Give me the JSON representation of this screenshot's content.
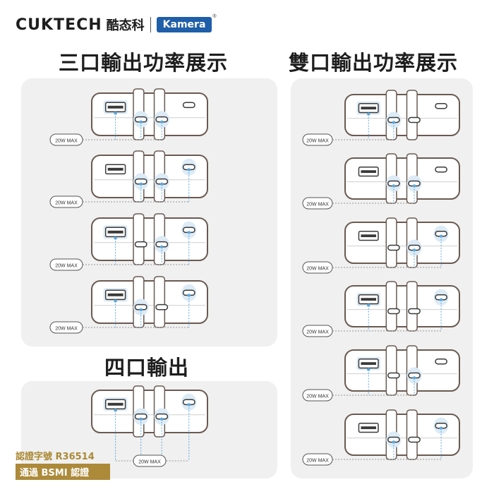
{
  "brand": {
    "name": "CUKTECH",
    "cn_name": "酷态科",
    "partner": "Kamera",
    "registered_mark": "®"
  },
  "headings": {
    "three_port": "三口輸出功率展示",
    "two_port": "雙口輸出功率展示",
    "four_port": "四口輸出"
  },
  "label_text": "20W MAX",
  "accent_color": "#5aa7dd",
  "highlight_color": "#dcebf6",
  "three_port_diagrams": [
    {
      "label": "20W MAX",
      "active_ports": [
        "usb-a",
        "usb-c1",
        "usb-c2"
      ]
    },
    {
      "label": "20W MAX",
      "active_ports": [
        "usb-c1",
        "usb-c2",
        "usb-c3"
      ]
    },
    {
      "label": "20W MAX",
      "active_ports": [
        "usb-a",
        "usb-c2",
        "usb-c3"
      ]
    },
    {
      "label": "20W MAX",
      "active_ports": [
        "usb-a",
        "usb-c1",
        "usb-c3"
      ]
    }
  ],
  "four_port_diagram": {
    "label": "20W MAX",
    "active_ports": [
      "usb-a",
      "usb-c1",
      "usb-c2",
      "usb-c3"
    ]
  },
  "two_port_diagrams": [
    {
      "label": "20W MAX",
      "active_ports": [
        "usb-a",
        "usb-c1"
      ]
    },
    {
      "label": "20W MAX",
      "active_ports": [
        "usb-c1",
        "usb-c2"
      ]
    },
    {
      "label": "20W MAX",
      "active_ports": [
        "usb-c2",
        "usb-c3"
      ]
    },
    {
      "label": "20W MAX",
      "active_ports": [
        "usb-a",
        "usb-c3"
      ]
    },
    {
      "label": "20W MAX",
      "active_ports": [
        "usb-a",
        "usb-c2"
      ]
    },
    {
      "label": "20W MAX",
      "active_ports": [
        "usb-c1",
        "usb-c3"
      ]
    }
  ],
  "certification": {
    "line1": "認證字號 R36514",
    "line2": "通過 BSMI 認證"
  }
}
